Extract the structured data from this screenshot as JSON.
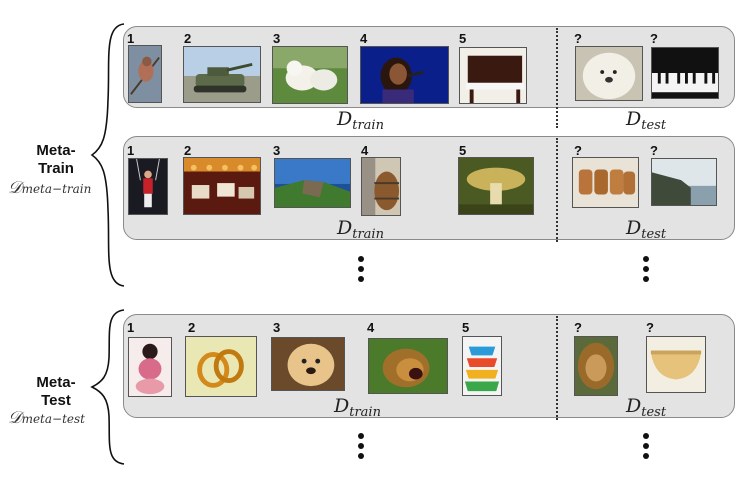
{
  "meta_train": {
    "title": "Meta-\nTrain",
    "symbol": "𝒟",
    "subscript": "meta−train"
  },
  "meta_test": {
    "title": "Meta-\nTest",
    "symbol": "𝒟",
    "subscript": "meta−test"
  },
  "d_train": {
    "symbol": "D",
    "subscript": "train"
  },
  "d_test": {
    "symbol": "D",
    "subscript": "test"
  },
  "labels": [
    "1",
    "2",
    "3",
    "4",
    "5"
  ],
  "query_label": "?",
  "rows": [
    {
      "train_images": [
        "bird-on-branch-photo",
        "army-tank-photo",
        "white-dog-photo",
        "singer-with-microphone-photo",
        "upright-piano-photo"
      ],
      "test_images": [
        "shaggy-white-dog-photo",
        "piano-keyboard-photo"
      ]
    },
    {
      "train_images": [
        "gymnast-on-rings-photo",
        "carousel-photo",
        "coastal-cliff-photo",
        "wooden-barrel-photo",
        "mushroom-photo"
      ],
      "test_images": [
        "stacked-barrels-photo",
        "sea-cliffs-photo"
      ]
    },
    {
      "train_images": [
        "dolls-figurine-photo",
        "ring-coil-photo",
        "golden-retriever-photo",
        "roaring-lion-photo",
        "stacked-bowls-photo"
      ],
      "test_images": [
        "lion-portrait-photo",
        "mixing-bowl-photo"
      ]
    }
  ],
  "colors": {
    "panel": "#e3e3e3",
    "panel_border": "#8a8a8a",
    "text": "#111111"
  }
}
